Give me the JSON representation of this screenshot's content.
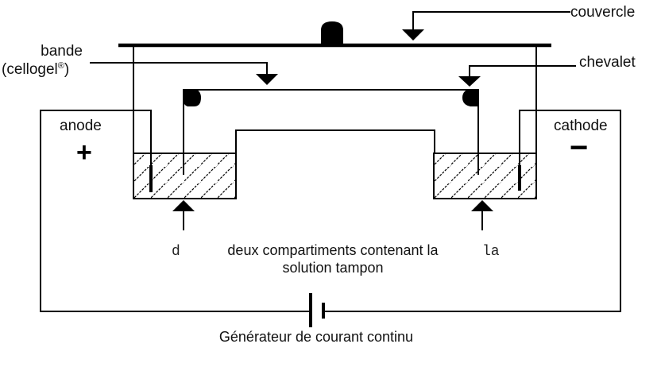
{
  "diagram": {
    "title_hint": "Montage d'électrophorèse",
    "labels": {
      "couvercle": "couvercle",
      "chevalet": "chevalet",
      "bande_line1": "bande",
      "bande_line2": "(cellogel",
      "bande_reg": "®",
      "bande_close": ")",
      "anode": "anode",
      "cathode": "cathode",
      "anode_sign": "+",
      "cathode_sign": "−",
      "compartments_line1": "deux compartiments contenant la",
      "compartments_line2": "solution tampon",
      "generator": "Générateur de courant continu",
      "fragment_left": "d",
      "fragment_right": "la"
    },
    "colors": {
      "line": "#000000",
      "background": "#ffffff"
    }
  }
}
